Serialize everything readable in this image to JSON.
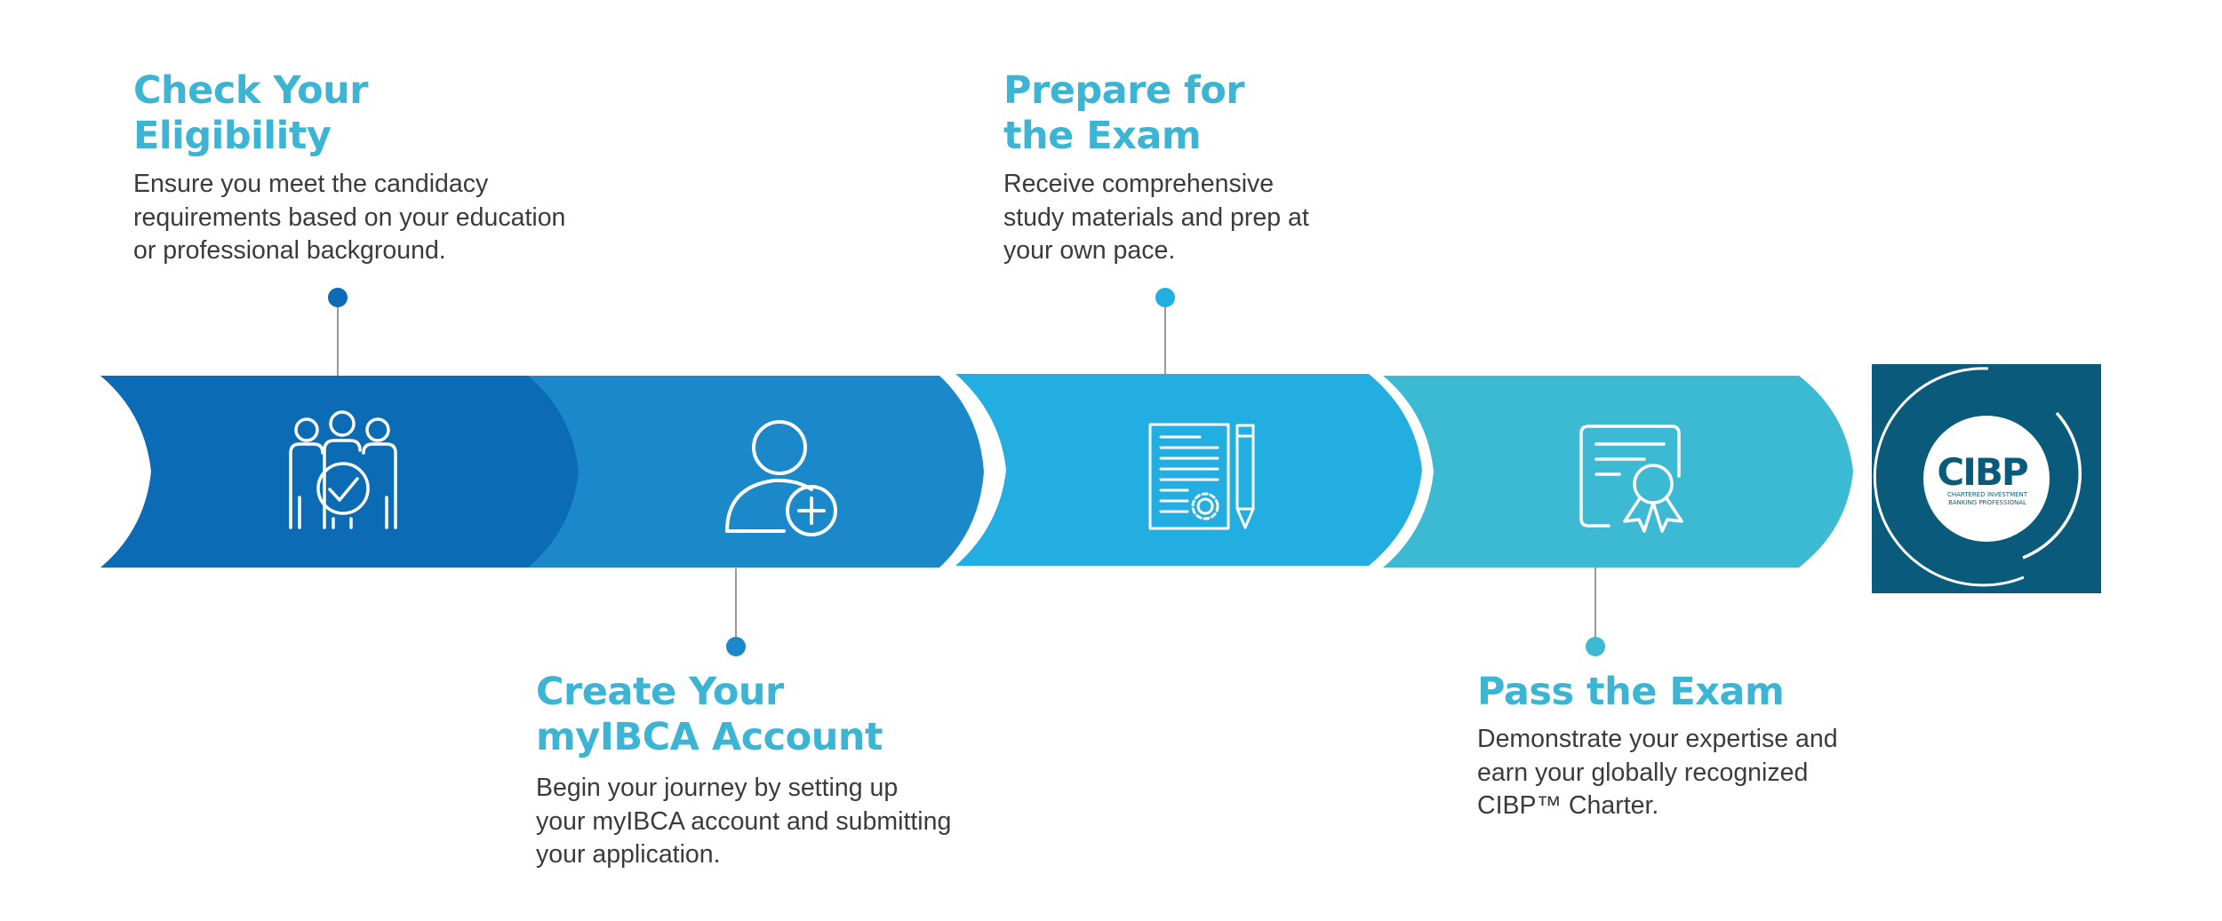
{
  "colors": {
    "step1": "#0b6bb5",
    "step2": "#1a88c9",
    "step3": "#23aee2",
    "step4": "#3dbad3",
    "title": "#3cb5d4",
    "badge": "#0a5b7b",
    "text": "#3b3b3b"
  },
  "steps": [
    {
      "icon": "team-check-icon",
      "title_lines": [
        "Check Your",
        "Eligibility"
      ],
      "desc_lines": [
        "Ensure you meet the candidacy",
        "requirements based on your education",
        "or professional background."
      ]
    },
    {
      "icon": "add-user-icon",
      "title_lines": [
        "Create Your",
        "myIBCA Account"
      ],
      "desc_lines": [
        "Begin your journey by setting up",
        "your myIBCA account and submitting",
        "your application."
      ]
    },
    {
      "icon": "document-pencil-icon",
      "title_lines": [
        "Prepare for",
        "the Exam"
      ],
      "desc_lines": [
        "Receive comprehensive",
        "study materials and prep at",
        "your own pace."
      ]
    },
    {
      "icon": "certificate-icon",
      "title_lines": [
        "Pass the Exam"
      ],
      "desc_lines": [
        "Demonstrate your expertise and",
        "earn your globally recognized",
        "CIBP™ Charter."
      ]
    }
  ],
  "badge": {
    "logo_text": "CIBP",
    "logo_reg": "®",
    "logo_sub1": "CHARTERED INVESTMENT",
    "logo_sub2": "BANKING PROFESSIONAL"
  }
}
